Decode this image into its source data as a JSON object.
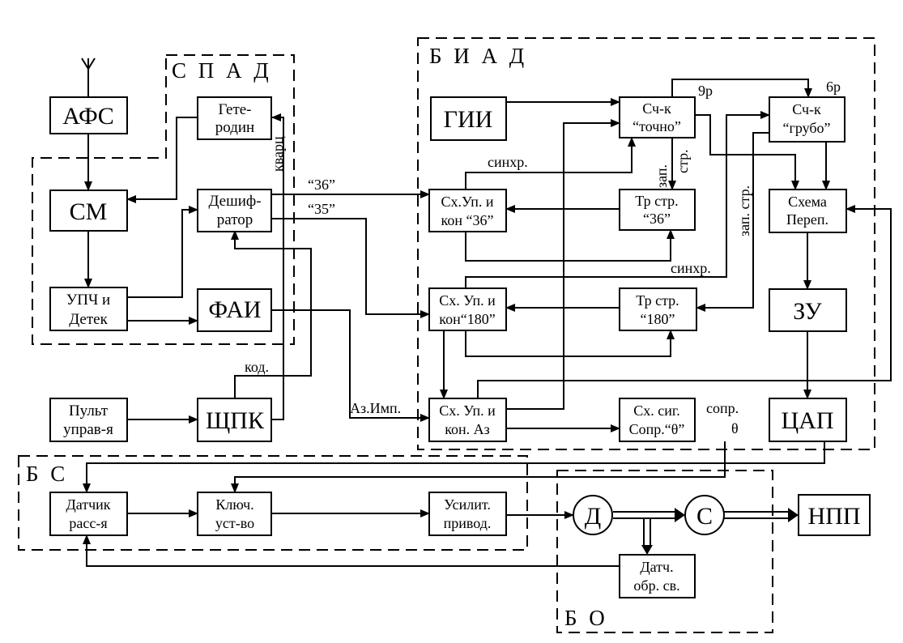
{
  "groups": {
    "spad": "С П А Д",
    "biad": "Б И А Д",
    "bs": "Б С",
    "bo": "Б О"
  },
  "blocks": {
    "afs": "АФС",
    "geterodin": [
      "Гете-",
      "родин"
    ],
    "sm": "СМ",
    "deshifrator": [
      "Дешиф-",
      "ратор"
    ],
    "upch": [
      "УПЧ и",
      "Детек"
    ],
    "fai": "ФАИ",
    "pult": [
      "Пульт",
      "управ-я"
    ],
    "shpk": "ЩПК",
    "gii": "ГИИ",
    "sch_tochno": [
      "Сч-к",
      "“точно”"
    ],
    "sch_grubo": [
      "Сч-к",
      "“грубо”"
    ],
    "sx_up_36": [
      "Сх.Уп. и",
      "кон “36”"
    ],
    "tr_36": [
      "Тр стр.",
      "“36”"
    ],
    "sxema_perep": [
      "Схема",
      "Переп."
    ],
    "sx_up_180": [
      "Сх. Уп. и",
      "кон“180”"
    ],
    "tr_180": [
      "Тр стр.",
      "“180”"
    ],
    "zu": "ЗУ",
    "sx_up_az": [
      "Сх. Уп. и",
      "кон. Аз"
    ],
    "sx_sig": [
      "Сх. сиг.",
      "Сопр.“θ”"
    ],
    "cap": "ЦАП",
    "datchik_rass": [
      "Датчик",
      "расс-я"
    ],
    "klyuch": [
      "Ключ.",
      "уст-во"
    ],
    "usilit": [
      "Усилит.",
      "привод."
    ],
    "d": "Д",
    "c": "С",
    "npp": "НПП",
    "datch_obr": [
      "Датч.",
      "обр. св."
    ]
  },
  "labels": {
    "kvarc": "кварц",
    "l36": "“36”",
    "l35": "“35”",
    "sinhr_top": "синхр.",
    "zap": "зап.",
    "str": "стр.",
    "sinhr_mid": "синхр.",
    "zap_str": "зап. стр.",
    "p9": "9р",
    "p6": "6р",
    "kod": "код.",
    "az_imp": "Аз.Имп.",
    "sopr": "сопр.",
    "theta": "θ"
  }
}
